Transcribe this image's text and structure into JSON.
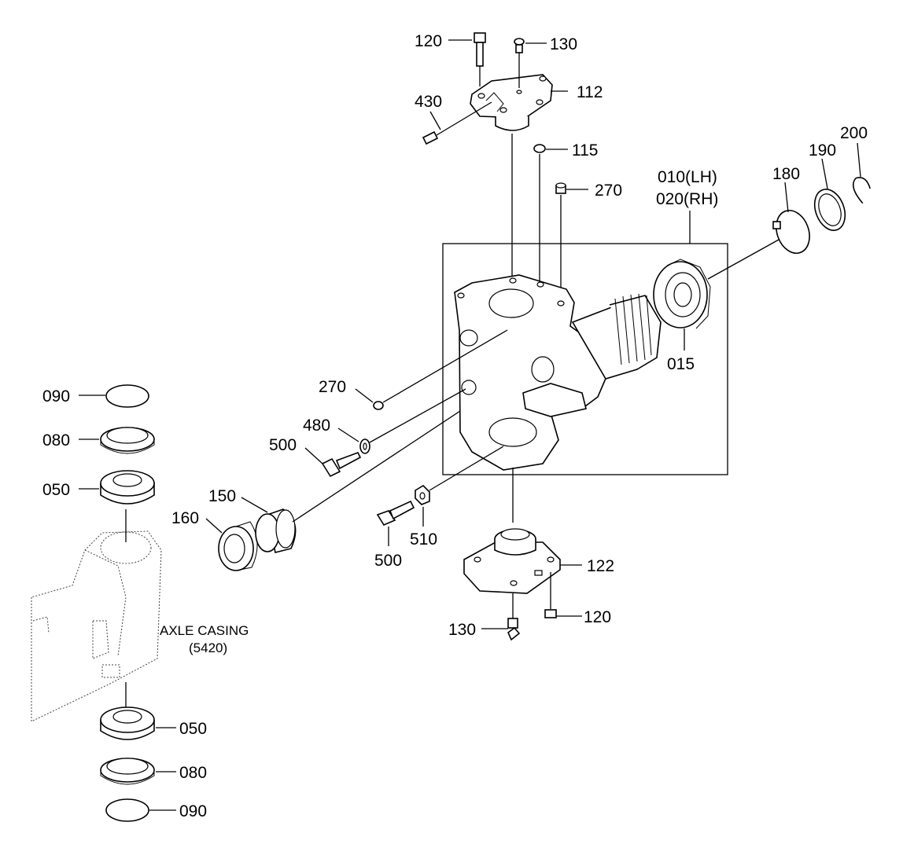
{
  "callouts": {
    "p120_top": "120",
    "p130_top": "130",
    "p112": "112",
    "p430": "430",
    "p115": "115",
    "p270_top": "270",
    "p010": "010(LH)",
    "p020": "020(RH)",
    "p180": "180",
    "p190": "190",
    "p200": "200",
    "p015": "015",
    "p270_mid": "270",
    "p480": "480",
    "p500_left": "500",
    "p090_top": "090",
    "p080_top": "080",
    "p050_top": "050",
    "p150": "150",
    "p160": "160",
    "p500_bottom": "500",
    "p510": "510",
    "p122": "122",
    "p120_bottom": "120",
    "p130_bottom": "130",
    "p050_bottom": "050",
    "p080_bottom": "080",
    "p090_bottom": "090"
  },
  "axle_casing": {
    "name": "AXLE CASING",
    "code": "(5420)"
  }
}
